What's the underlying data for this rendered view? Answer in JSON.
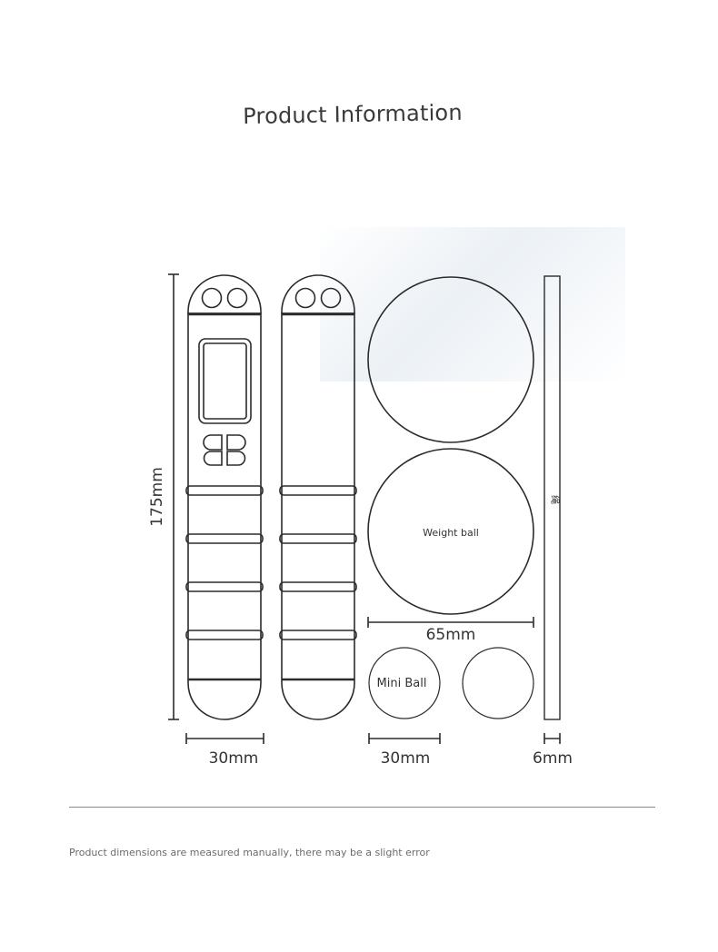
{
  "page": {
    "title": "Product Information",
    "note": "Product dimensions are measured manually, there may be a slight error"
  },
  "labels": {
    "height": "175mm",
    "handle_width": "30mm",
    "weight_ball_label": "Weight ball",
    "weight_ball_size": "65mm",
    "mini_ball_label": "Mini Ball",
    "mini_ball_size": "30mm",
    "rope_size": "6mm",
    "rope_label": "绳"
  },
  "colors": {
    "line": "#2b2b2b",
    "text": "#333333",
    "note": "#6b6b6b"
  }
}
